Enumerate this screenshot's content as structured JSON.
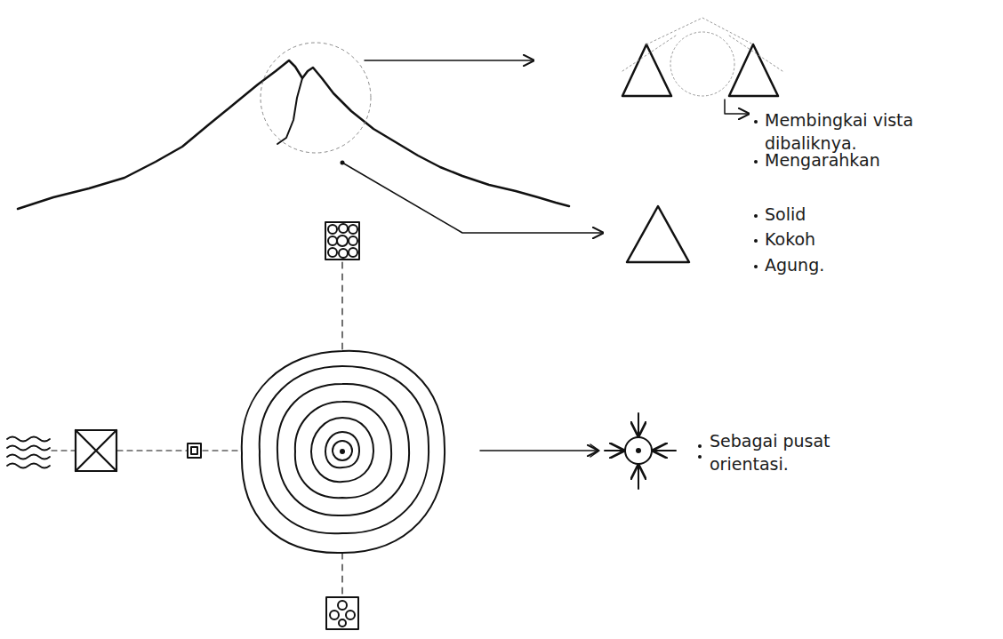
{
  "diagram": {
    "labels": [
      "Membingkai vista dibaliknya.",
      "Mengarahkan",
      "Solid",
      "Kokoh",
      "Agung.",
      "Sebagai pusat orientasi."
    ]
  }
}
